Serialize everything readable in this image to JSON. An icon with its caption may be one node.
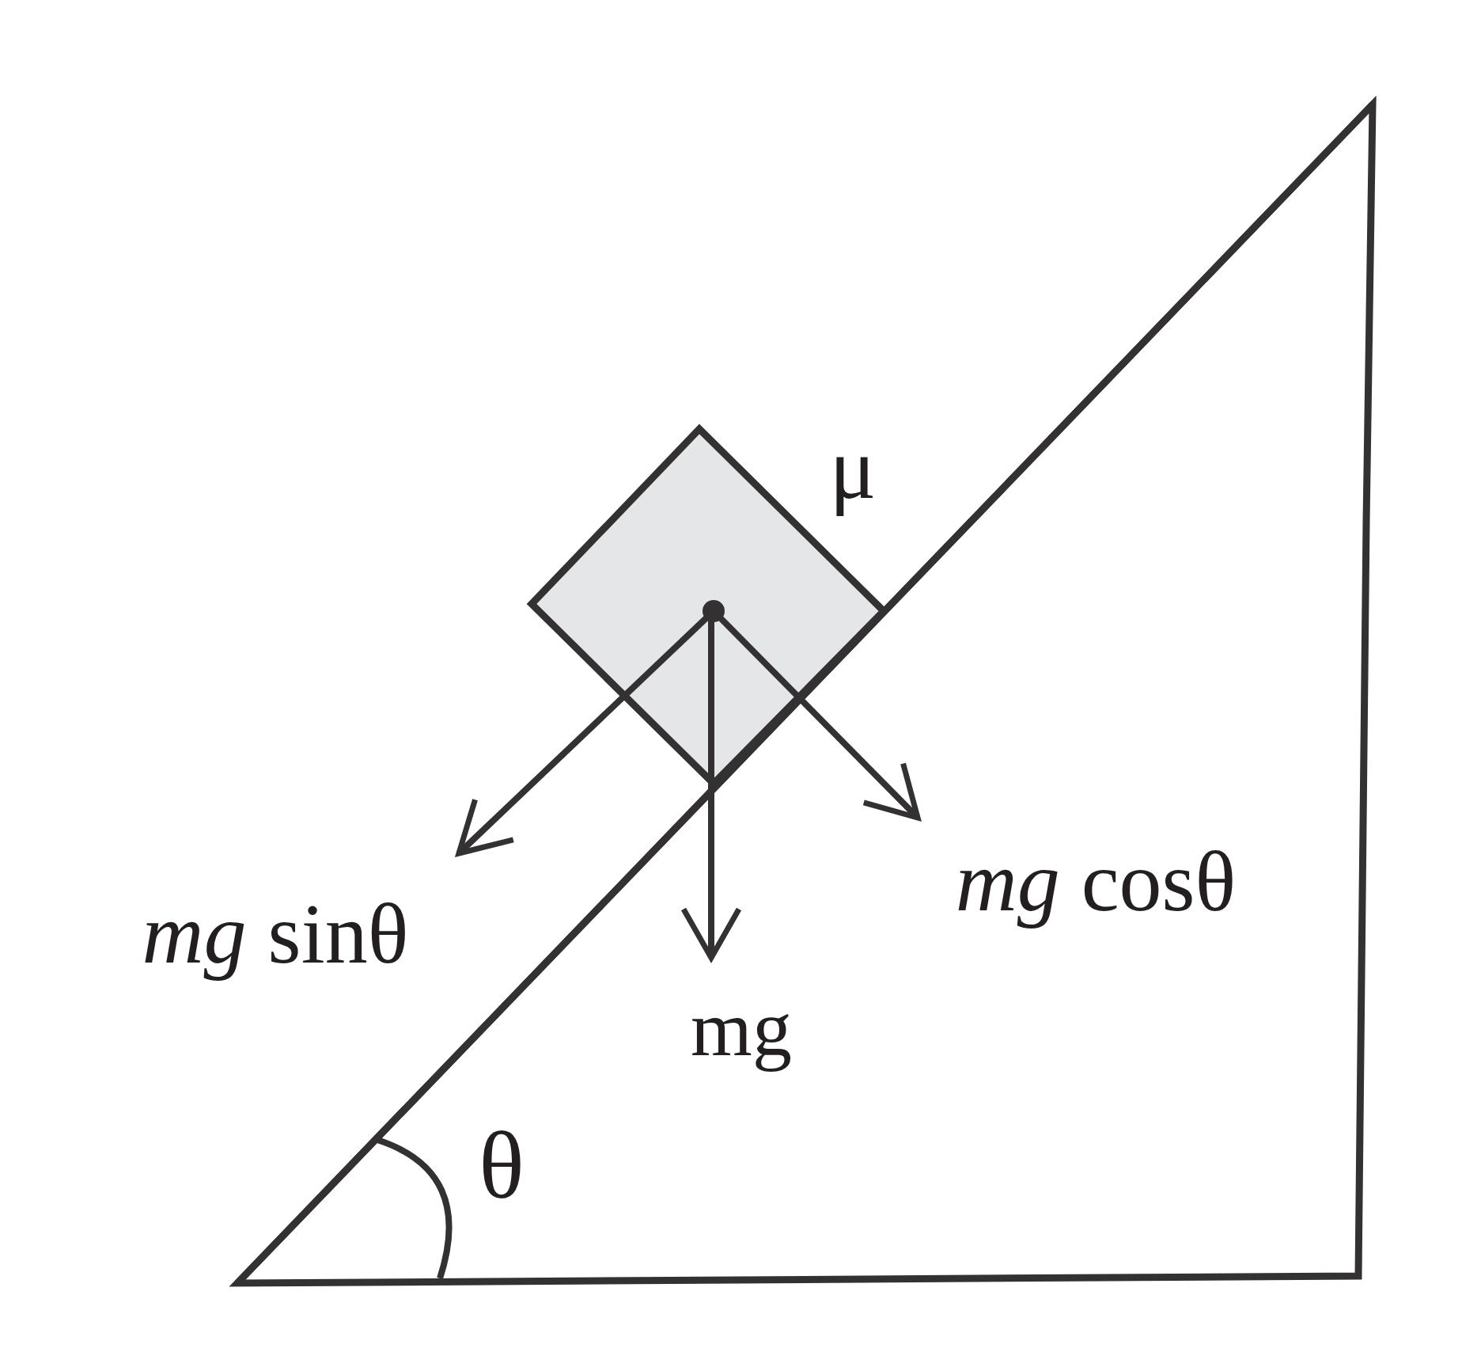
{
  "diagram": {
    "labels": [
      "μ",
      "*mg* sinθ",
      "*mg* cosθ",
      "mg",
      "θ"
    ]
  }
}
